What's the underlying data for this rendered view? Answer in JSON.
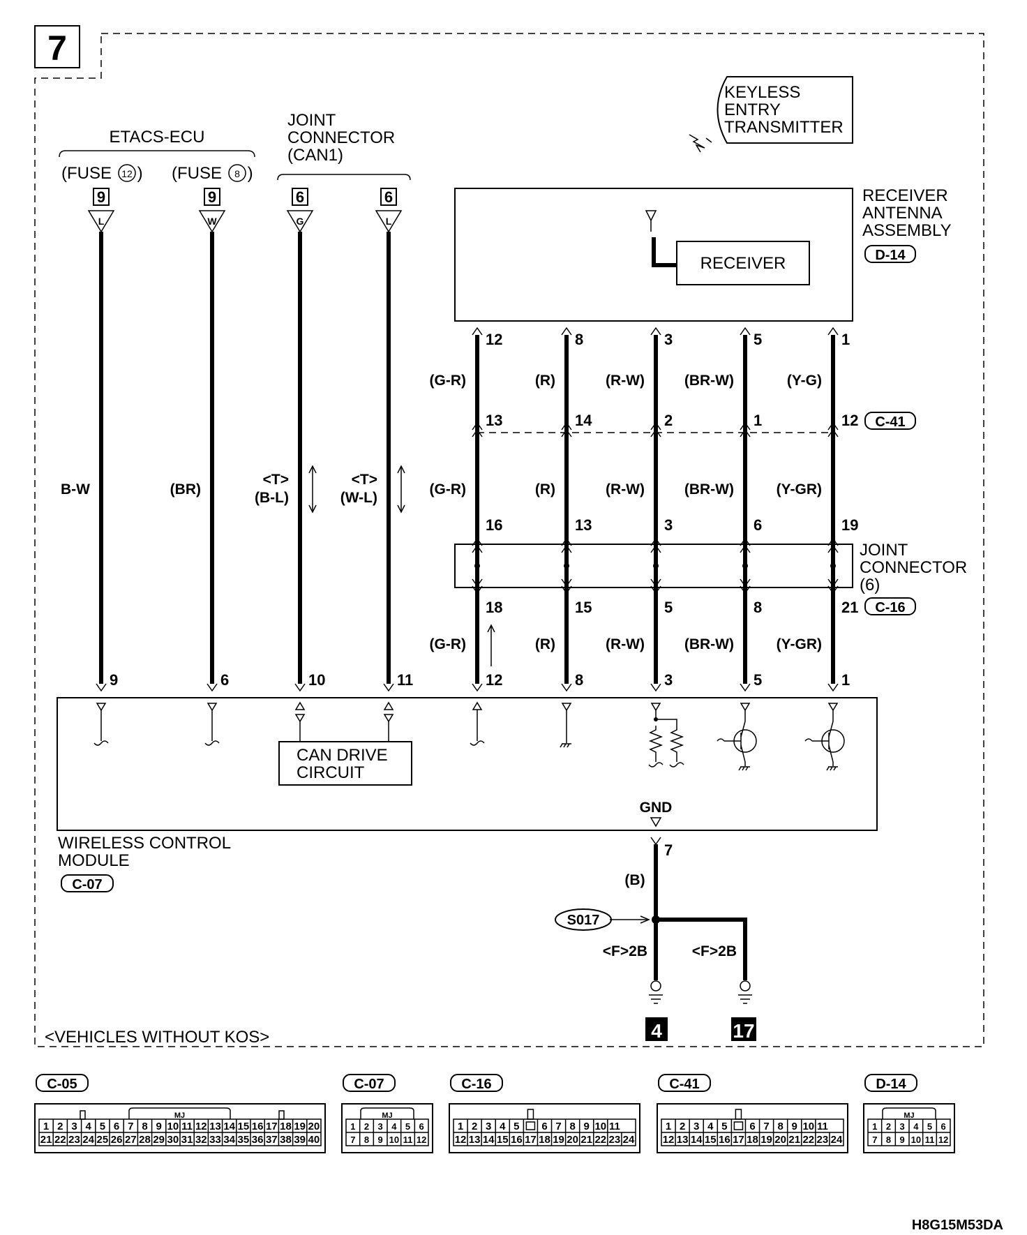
{
  "page": {
    "number": "7",
    "footnote": "<VEHICLES WITHOUT KOS>",
    "drawing_code": "H8G15M53DA"
  },
  "top": {
    "etacs": "ETACS-ECU",
    "fuse_a_prefix": "(FUSE ",
    "fuse_a_num": "12",
    "fuse_b_prefix": "(FUSE ",
    "fuse_b_num": "8",
    "fuse_suffix": ")",
    "joint1": "JOINT",
    "joint2": "CONNECTOR",
    "joint3": "(CAN1)"
  },
  "keyless": {
    "l1": "KEYLESS",
    "l2": "ENTRY",
    "l3": "TRANSMITTER"
  },
  "receiver": {
    "label": "RECEIVER",
    "asm1": "RECEIVER",
    "asm2": "ANTENNA",
    "asm3": "ASSEMBLY",
    "code": "D-14"
  },
  "left_wires": [
    {
      "top_pin": "9",
      "top_letter": "L",
      "color": "B-W",
      "bottom_pin": "9"
    },
    {
      "top_pin": "9",
      "top_letter": "W",
      "color": "(BR)",
      "bottom_pin": "6"
    },
    {
      "top_pin": "6",
      "top_letter": "G",
      "t": "<T>",
      "color": "(B-L)",
      "bottom_pin": "10"
    },
    {
      "top_pin": "6",
      "top_letter": "L",
      "t": "<T>",
      "color": "(W-L)",
      "bottom_pin": "11"
    }
  ],
  "right_wires": [
    {
      "p1": "12",
      "c1": "(G-R)",
      "p2": "13",
      "c2": "(G-R)",
      "p3": "16",
      "p4": "18",
      "c3": "(G-R)",
      "p5": "12"
    },
    {
      "p1": "8",
      "c1": "(R)",
      "p2": "14",
      "c2": "(R)",
      "p3": "13",
      "p4": "15",
      "c3": "(R)",
      "p5": "8"
    },
    {
      "p1": "3",
      "c1": "(R-W)",
      "p2": "2",
      "c2": "(R-W)",
      "p3": "3",
      "p4": "5",
      "c3": "(R-W)",
      "p5": "3"
    },
    {
      "p1": "5",
      "c1": "(BR-W)",
      "p2": "1",
      "c2": "(BR-W)",
      "p3": "6",
      "p4": "8",
      "c3": "(BR-W)",
      "p5": "5"
    },
    {
      "p1": "1",
      "c1": "(Y-G)",
      "p2": "12",
      "c2": "(Y-GR)",
      "p3": "19",
      "p4": "21",
      "c3": "(Y-GR)",
      "p5": "1"
    }
  ],
  "connectors": {
    "c41": "C-41",
    "c16": "C-16",
    "joint6_1": "JOINT",
    "joint6_2": "CONNECTOR",
    "joint6_3": "(6)"
  },
  "module": {
    "can1": "CAN DRIVE",
    "can2": "CIRCUIT",
    "gnd": "GND",
    "name1": "WIRELESS CONTROL",
    "name2": "MODULE",
    "code": "C-07"
  },
  "ground": {
    "pin": "7",
    "color": "(B)",
    "splice": "S017",
    "left_loc": "<F>2B",
    "right_loc": "<F>2B",
    "ref_left": "4",
    "ref_right": "17"
  },
  "face_views": [
    {
      "code": "C-05",
      "mark": "MJ",
      "row1": [
        "1",
        "2",
        "3",
        "4",
        "5",
        "6",
        "7",
        "8",
        "9",
        "10",
        "11",
        "12",
        "13",
        "14",
        "15",
        "16",
        "17",
        "18",
        "19",
        "20"
      ],
      "row2": [
        "21",
        "22",
        "23",
        "24",
        "25",
        "26",
        "27",
        "28",
        "29",
        "30",
        "31",
        "32",
        "33",
        "34",
        "35",
        "36",
        "37",
        "38",
        "39",
        "40"
      ]
    },
    {
      "code": "C-07",
      "mark": "MJ",
      "row1": [
        "1",
        "2",
        "3",
        "4",
        "5",
        "6"
      ],
      "row2": [
        "7",
        "8",
        "9",
        "10",
        "11",
        "12"
      ]
    },
    {
      "code": "C-16",
      "mark": "",
      "row1": [
        "1",
        "2",
        "3",
        "4",
        "5",
        "",
        "6",
        "7",
        "8",
        "9",
        "10",
        "11"
      ],
      "row2": [
        "12",
        "13",
        "14",
        "15",
        "16",
        "17",
        "18",
        "19",
        "20",
        "21",
        "22",
        "23",
        "24"
      ]
    },
    {
      "code": "C-41",
      "mark": "",
      "row1": [
        "1",
        "2",
        "3",
        "4",
        "5",
        "",
        "6",
        "7",
        "8",
        "9",
        "10",
        "11"
      ],
      "row2": [
        "12",
        "13",
        "14",
        "15",
        "16",
        "17",
        "18",
        "19",
        "20",
        "21",
        "22",
        "23",
        "24"
      ]
    },
    {
      "code": "D-14",
      "mark": "MJ",
      "row1": [
        "1",
        "2",
        "3",
        "4",
        "5",
        "6"
      ],
      "row2": [
        "7",
        "8",
        "9",
        "10",
        "11",
        "12"
      ]
    }
  ]
}
